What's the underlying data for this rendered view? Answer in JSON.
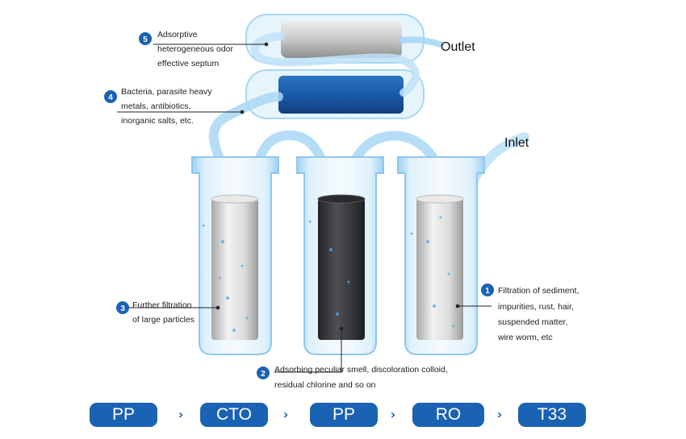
{
  "labels": {
    "outlet": "Outlet",
    "inlet": "Inlet"
  },
  "callouts": [
    {
      "number": "1",
      "lines": [
        "Filtration of sediment,",
        "impurities, rust, hair,",
        "suspended matter,",
        "wire worm, etc"
      ]
    },
    {
      "number": "2",
      "lines": [
        "Adsorbing peculiar smell, discoloration colloid,",
        "residual chlorine and so on"
      ]
    },
    {
      "number": "3",
      "lines": [
        "Further filtration",
        "of large particles"
      ]
    },
    {
      "number": "4",
      "lines": [
        "Bacteria, parasite heavy",
        "metals, antibiotics,",
        "inorganic salts, etc."
      ]
    },
    {
      "number": "5",
      "lines": [
        "Adsorptive",
        "heterogeneous odor",
        "effective septum"
      ]
    }
  ],
  "stages": [
    "PP",
    "CTO",
    "PP",
    "RO",
    "T33"
  ],
  "arrow_glyph": "›",
  "colors": {
    "accent": "#1a62b3",
    "housing": "#d4ecfa",
    "housing_edge": "#9ccdf0",
    "carbon": "#3a3b3e",
    "membrane": "#1e5fae"
  }
}
